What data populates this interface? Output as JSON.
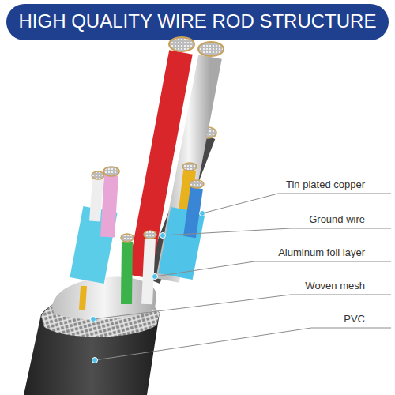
{
  "diagram": {
    "title": "HIGH QUALITY WIRE ROD STRUCTURE",
    "labels": [
      "Tin plated copper",
      "Ground wire",
      "Aluminum foil layer",
      "Woven mesh",
      "PVC"
    ]
  }
}
